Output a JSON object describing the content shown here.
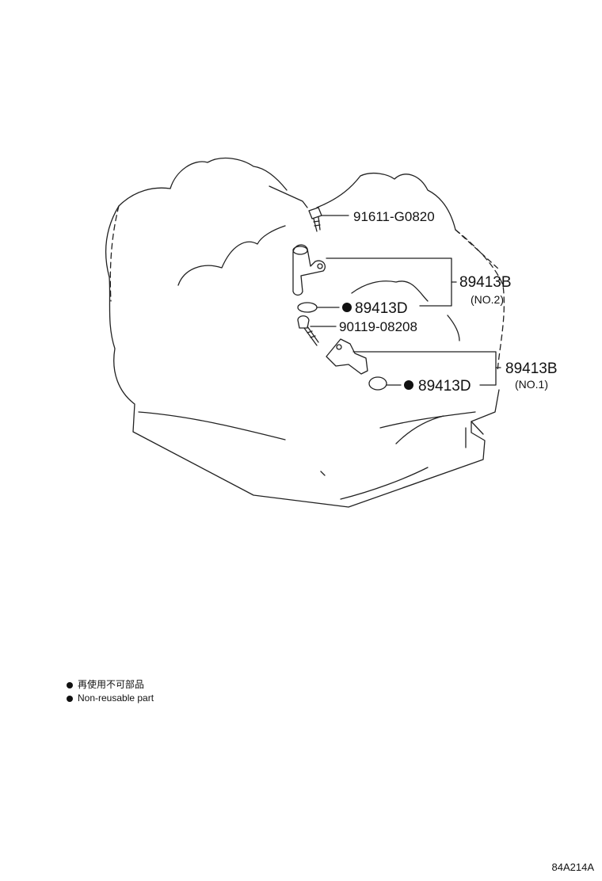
{
  "callouts": {
    "bolt_top": "91611-G0820",
    "sensor_no2_part": "89413B",
    "sensor_no2_sub": "(NO.2)",
    "oring_no2": "89413D",
    "bolt_mid": "90119-08208",
    "sensor_no1_part": "89413B",
    "sensor_no1_sub": "(NO.1)",
    "oring_no1": "89413D"
  },
  "legend": {
    "jp": "再使用不可部品",
    "en": "Non-reusable part"
  },
  "diagram_code": "84A214A"
}
